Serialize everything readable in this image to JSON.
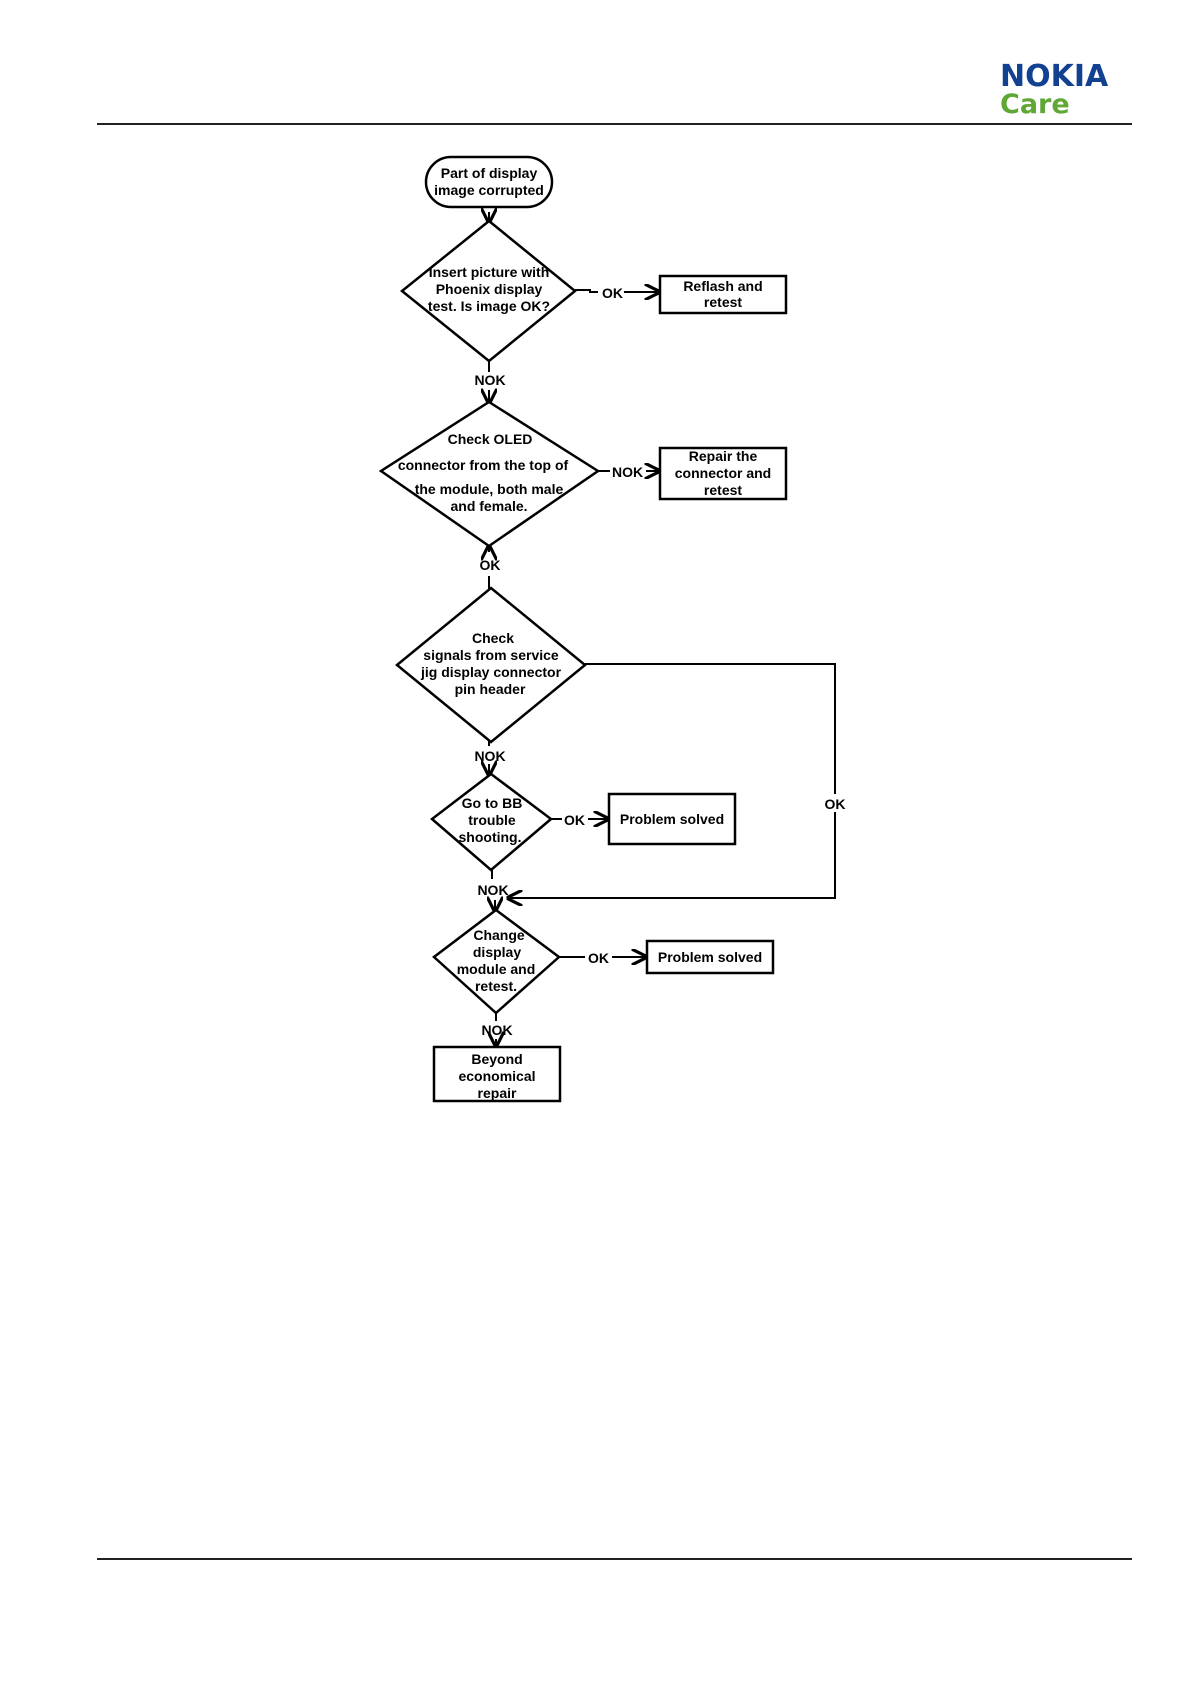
{
  "header": {
    "logo_brand": "NOKIA",
    "logo_sub": "Care",
    "brand_color": "#124191",
    "care_color": "#5fa836"
  },
  "flowchart": {
    "start": [
      "Part of display",
      "image corrupted"
    ],
    "decision1": [
      "Insert picture with",
      "Phoenix display",
      "test. Is image OK?"
    ],
    "decision1_ok_label": "OK",
    "box_reflash": [
      "Reflash and",
      "retest"
    ],
    "decision1_nok_label": "NOK",
    "decision2": [
      "Check OLED",
      "connector from  the top of",
      "the module, both male",
      "and female."
    ],
    "decision2_nok_label": "NOK",
    "box_repair": [
      "Repair the",
      "connector and",
      "retest"
    ],
    "decision2_ok_label": "OK",
    "decision3": [
      "Check",
      "signals from service",
      "jig display connector",
      "pin header"
    ],
    "decision3_ok_label": "OK",
    "decision3_nok_label": "NOK",
    "decision4": [
      "Go to BB",
      "trouble",
      "shooting."
    ],
    "decision4_ok_label": "OK",
    "box_solved1": "Problem solved",
    "decision4_nok_label": "NOK",
    "decision5": [
      "Change",
      "display",
      "module and",
      "retest."
    ],
    "decision5_ok_label": "OK",
    "box_solved2": "Problem solved",
    "decision5_nok_label": "NOK",
    "box_beyond": [
      "Beyond",
      "economical",
      "repair"
    ]
  }
}
